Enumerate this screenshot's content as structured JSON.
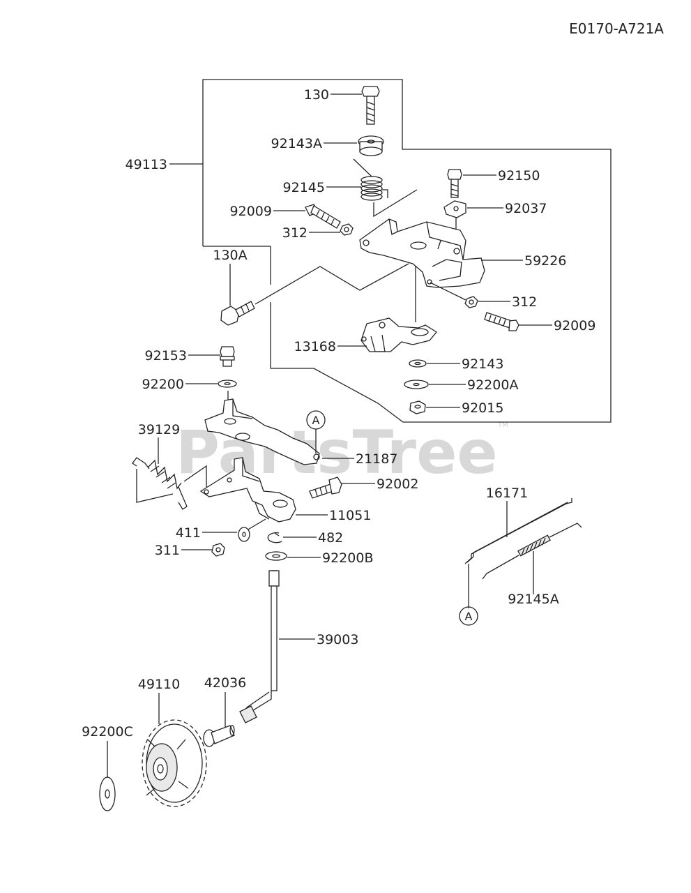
{
  "diagram_ref": "E0170-A721A",
  "watermark": "PartsTree",
  "watermark_tm": "TM",
  "callout": "A",
  "parts": {
    "p130": "130",
    "p92143A": "92143A",
    "p49113": "49113",
    "p92150": "92150",
    "p92145": "92145",
    "p92037": "92037",
    "p92009a": "92009",
    "p312a": "312",
    "p59226": "59226",
    "p130A": "130A",
    "p312b": "312",
    "p92009b": "92009",
    "p13168": "13168",
    "p92153": "92153",
    "p92143": "92143",
    "p92200": "92200",
    "p92200A": "92200A",
    "p92015": "92015",
    "p39129": "39129",
    "p21187": "21187",
    "p92002": "92002",
    "p11051": "11051",
    "p411": "411",
    "p482": "482",
    "p311": "311",
    "p92200B": "92200B",
    "p16171": "16171",
    "p92145A": "92145A",
    "p39003": "39003",
    "p49110": "49110",
    "p42036": "42036",
    "p92200C": "92200C"
  }
}
